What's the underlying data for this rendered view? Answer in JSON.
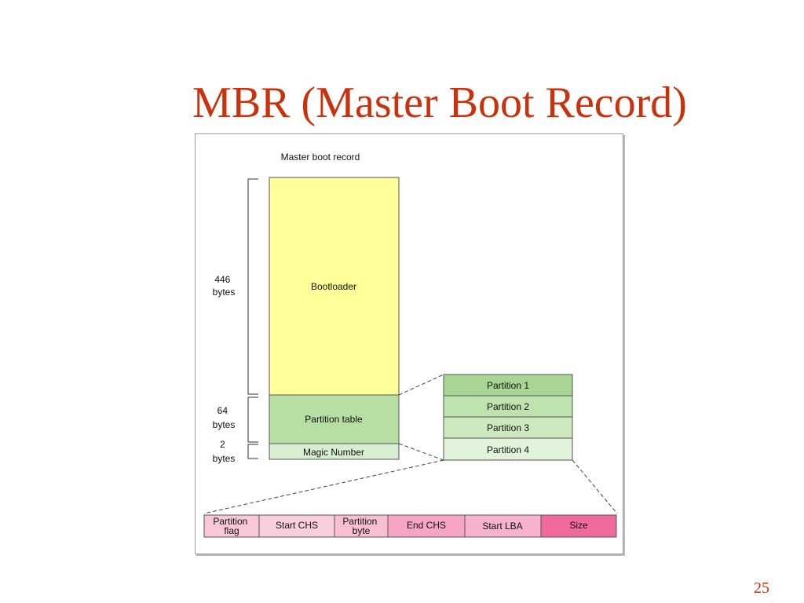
{
  "slide": {
    "title": "MBR (Master Boot Record)",
    "page_number": "25"
  },
  "diagram": {
    "header": "Master boot record",
    "sections": {
      "bootloader": "Bootloader",
      "partition_table": "Partition table",
      "magic_number": "Magic Number"
    },
    "sizes": {
      "bootloader": [
        "446",
        "bytes"
      ],
      "partition_table": [
        "64",
        "bytes"
      ],
      "magic_number": [
        "2",
        "bytes"
      ]
    },
    "partitions": [
      "Partition 1",
      "Partition 2",
      "Partition 3",
      "Partition 4"
    ],
    "entry_fields": {
      "partition_flag": [
        "Partition",
        "flag"
      ],
      "start_chs": "Start CHS",
      "partition_byte": [
        "Partition",
        "byte"
      ],
      "end_chs": "End CHS",
      "start_lba": "Start LBA",
      "size": "Size"
    },
    "colors": {
      "bootloader": "#ffff99",
      "partition_table": "#b7dfa3",
      "magic_number": "#d7efd0",
      "partition_1": "#a8d593",
      "partition_2": "#bfe3ae",
      "partition_3": "#cde9c0",
      "partition_4": "#e1f3db",
      "partition_flag": "#f9c8d8",
      "start_chs": "#f9cedd",
      "partition_byte": "#f8bfd2",
      "end_chs": "#f6a6c4",
      "start_lba": "#f7b3cc",
      "size": "#f06a9e",
      "title": "#c8320c"
    }
  }
}
